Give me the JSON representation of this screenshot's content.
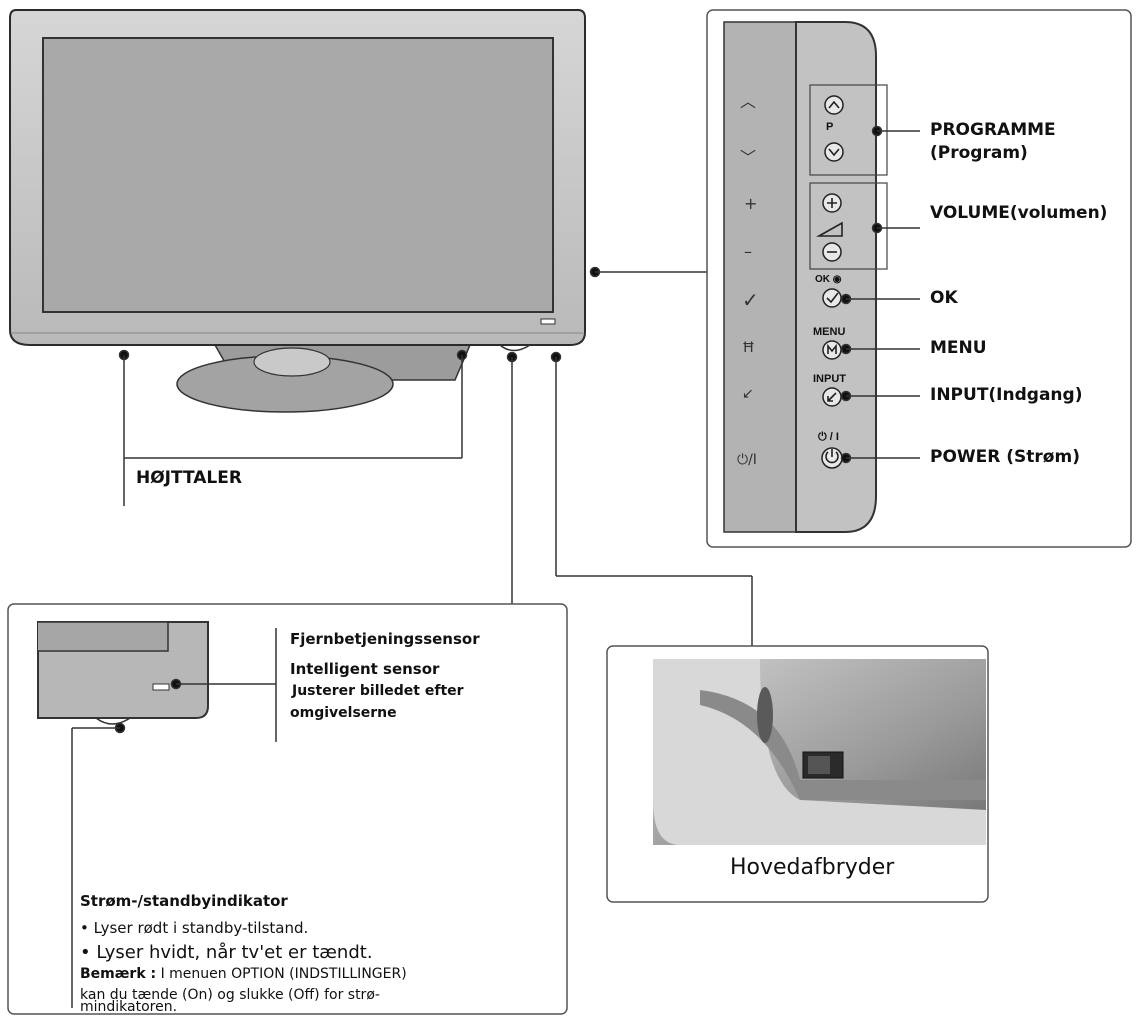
{
  "callouts": {
    "programme": "PROGRAMME",
    "programme_sub": "(Program)",
    "volume": "VOLUME(volumen)",
    "ok": "OK",
    "menu": "MENU",
    "input": "INPUT(Indgang)",
    "power": "POWER (Strøm)",
    "speaker": "HØJTTALER"
  },
  "panel_buttons": {
    "p": "P",
    "ok": "OK ◉",
    "menu": "MENU",
    "input": "INPUT",
    "power": "⏻ / I"
  },
  "side_symbols": [
    "︿",
    "﹀",
    "+",
    "–",
    "✓",
    "Ħ",
    "↙",
    "⏻/I"
  ],
  "sensor": {
    "title": "Fjernbetjeningssensor",
    "line1": "Intelligent sensor",
    "line2": "Justerer billedet efter",
    "line3": "omgivelserne"
  },
  "indicator": {
    "title": "Strøm-/standbyindikator",
    "bullet1": "• Lyser rødt i standby-tilstand.",
    "bullet2": "• Lyser hvidt, når tv'et er tændt.",
    "note_label": "Bemærk :",
    "note_text": " I menuen OPTION (INDSTILLINGER)",
    "note_line2": "kan du tænde (On) og slukke (Off) for strø-",
    "note_line3": "mindikatoren."
  },
  "switch_label": "Hovedafbryder"
}
